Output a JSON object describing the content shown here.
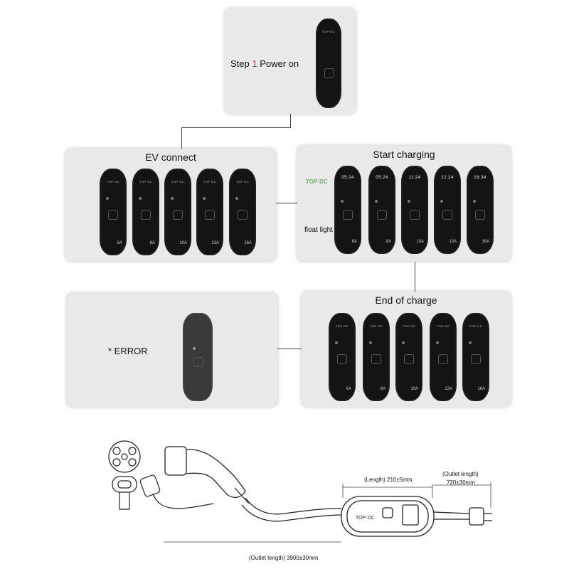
{
  "panels": {
    "step1": {
      "step_prefix": "Step",
      "step_number": "1",
      "step_suffix": "Power on",
      "device_brand": "TOP·DC"
    },
    "ev_connect": {
      "title": "EV connect",
      "devices": [
        {
          "amp": "6A"
        },
        {
          "amp": "8A"
        },
        {
          "amp": "10A"
        },
        {
          "amp": "13A"
        },
        {
          "amp": "16A"
        }
      ]
    },
    "start_charging": {
      "title": "Start charging",
      "logo_text": "TOP·DC",
      "float_light_label": "float light",
      "devices": [
        {
          "time": "05:24",
          "amp": "6A"
        },
        {
          "time": "05:24",
          "amp": "8A"
        },
        {
          "time": "11:24",
          "amp": "10A"
        },
        {
          "time": "12:24",
          "amp": "13A"
        },
        {
          "time": "16:34",
          "amp": "16A"
        }
      ]
    },
    "error": {
      "label": "* ERROR"
    },
    "end_of_charge": {
      "title": "End of charge",
      "devices": [
        {
          "amp": "6A"
        },
        {
          "amp": "8A"
        },
        {
          "amp": "10A"
        },
        {
          "amp": "13A"
        },
        {
          "amp": "16A"
        }
      ]
    }
  },
  "drawing": {
    "length_label": "(Length) 210±5mm",
    "outlet_length_label_1": "(Outlet length)",
    "outlet_length_value": "720±30mm",
    "outlet_length_label_2": "(Outlet length) 3900±30mm"
  },
  "colors": {
    "panel_bg": "#e9e9e9",
    "device_bg": "#141414",
    "accent_step": "#c0392b",
    "logo_green": "#6fb36a"
  }
}
